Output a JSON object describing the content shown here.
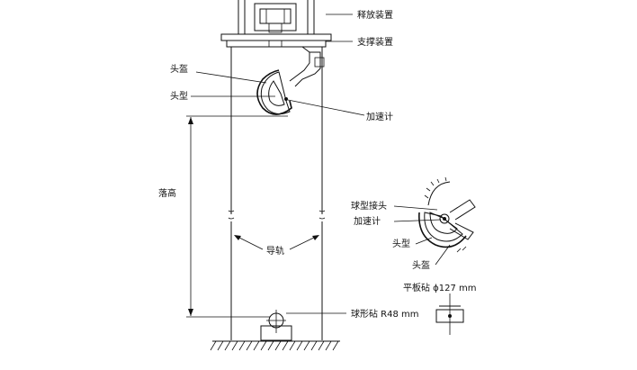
{
  "labels": {
    "release_device": "释放装置",
    "support_device": "支撑装置",
    "head_cover": "头盔",
    "headform": "头型",
    "accelerometer": "加速计",
    "drop_height": "落高",
    "guide_rail": "导轨",
    "spherical_anvil": "球形砧 R48 mm",
    "ball_joint": "球型接头",
    "detail_accelerometer": "加速计",
    "detail_headform": "头型",
    "detail_head_cover": "头盔",
    "flat_anvil": "平板砧 ϕ127 mm"
  }
}
